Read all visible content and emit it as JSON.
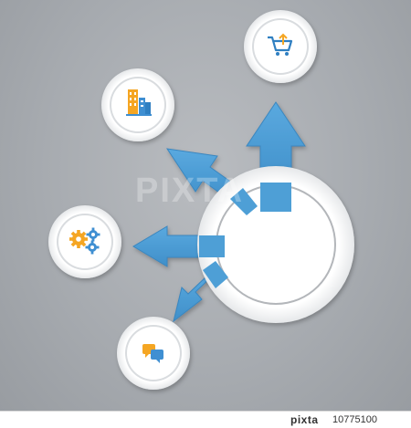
{
  "diagram": {
    "hub": "central-ring",
    "branches": [
      {
        "name": "shopping-cart",
        "icon": "shopping-cart-icon",
        "arrow_direction": "up"
      },
      {
        "name": "buildings",
        "icon": "buildings-icon",
        "arrow_direction": "upper-left"
      },
      {
        "name": "gears",
        "icon": "gears-icon",
        "arrow_direction": "left"
      },
      {
        "name": "speech-bubbles",
        "icon": "speech-bubbles-icon",
        "arrow_direction": "lower-left"
      }
    ]
  },
  "colors": {
    "arrow": "#4e9fd6",
    "arrow_dark": "#2c6e9c",
    "ring": "#ffffff",
    "gear_orange": "#f5a623",
    "gear_blue": "#3f8fd2",
    "cart_blue": "#2f7fc1",
    "bubble_orange": "#f5a623",
    "bubble_blue": "#3f8fd2"
  },
  "watermark": {
    "text": "PIXTA"
  },
  "footer": {
    "brand": "pixta",
    "id": "10775100"
  }
}
